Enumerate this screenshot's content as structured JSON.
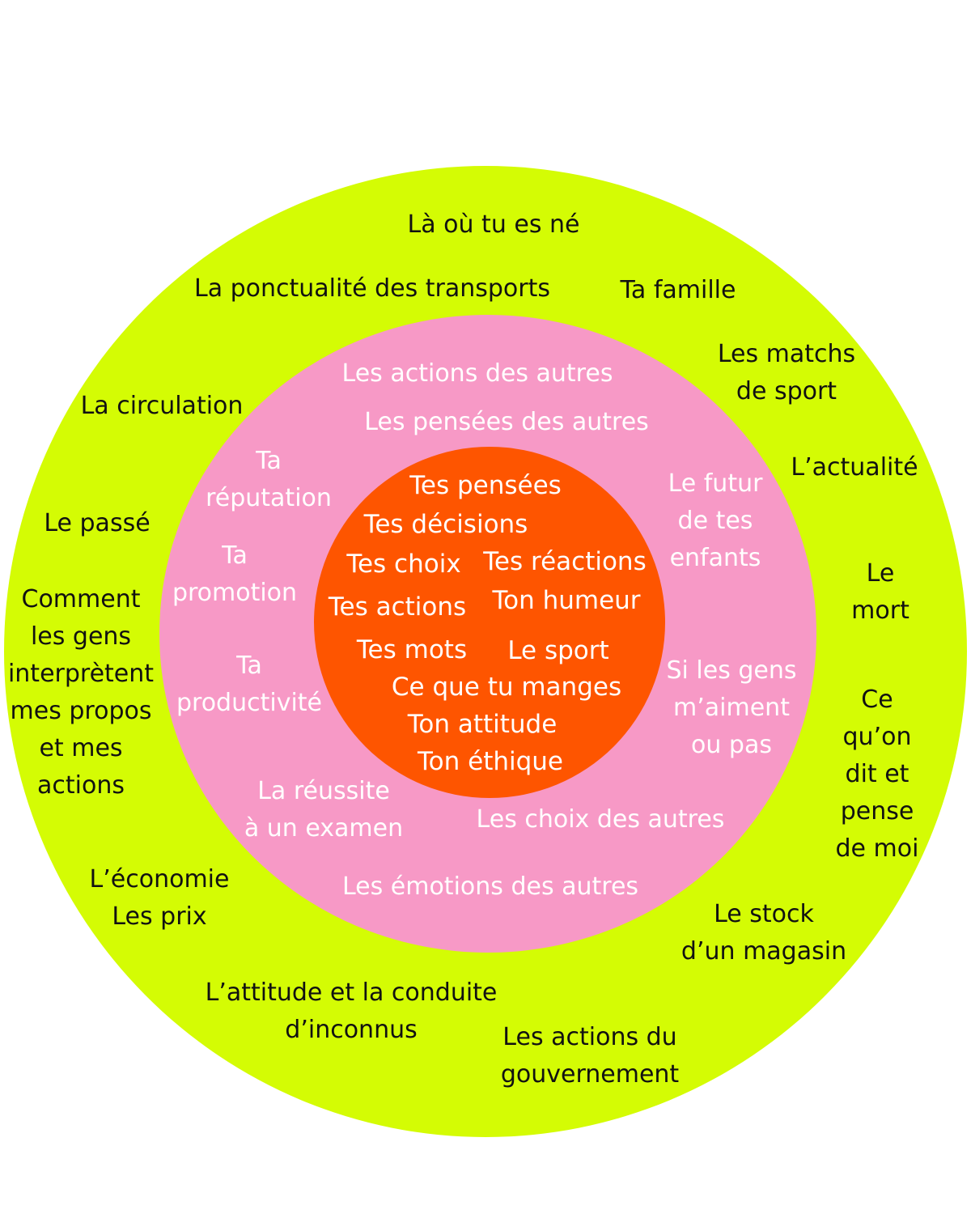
{
  "colors": {
    "outer_ring": "#d4fc04",
    "middle_ring": "#f799c6",
    "inner_circle": "#fe5500",
    "outer_text": "#111111",
    "inner_text": "#ffffff"
  },
  "outer": {
    "ne": "Là où tu es né",
    "ponctualite": "La ponctualité des transports",
    "famille": "Ta famille",
    "matchs": "Les matchs\nde sport",
    "circulation": "La circulation",
    "actualite": "L’actualité",
    "passe": "Le passé",
    "mort": "Le mort",
    "interpretent": "Comment\nles gens\ninterprètent\nmes propos\net mes\nactions",
    "dit": "Ce qu’on\ndit et\npense\nde moi",
    "economie": "L’économie\nLes prix",
    "stock": "Le stock\nd’un magasin",
    "inconnus": "L’attitude et la conduite\nd’inconnus",
    "gouvernement": "Les actions du\ngouvernement"
  },
  "middle": {
    "actions_autres": "Les actions des autres",
    "pensees_autres": "Les pensées des autres",
    "reputation": "Ta\nréputation",
    "futur": "Le futur\nde tes\nenfants",
    "promotion": "Ta\npromotion",
    "productivite": "Ta\nproductivité",
    "aiment": "Si les gens\nm’aiment\nou pas",
    "reussite": "La réussite\nà un examen",
    "choix_autres": "Les choix des autres",
    "emotions_autres": "Les émotions des autres"
  },
  "inner": {
    "pensees": "Tes pensées",
    "decisions": "Tes décisions",
    "choix": "Tes choix",
    "reactions": "Tes réactions",
    "actions": "Tes actions",
    "humeur": "Ton humeur",
    "mots": "Tes mots",
    "sport": "Le sport",
    "manges": "Ce que tu manges",
    "attitude": "Ton attitude",
    "ethique": "Ton éthique"
  }
}
